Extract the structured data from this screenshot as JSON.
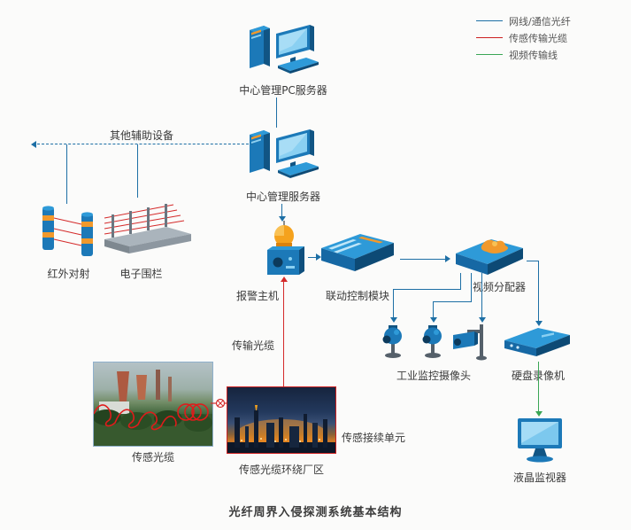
{
  "title": "光纤周界入侵探测系统基本结构",
  "legend": {
    "items": [
      {
        "label": "网线/通信光纤",
        "color": "#1d6fa5"
      },
      {
        "label": "传感传输光缆",
        "color": "#cc2020"
      },
      {
        "label": "视频传输线",
        "color": "#3aa655"
      }
    ]
  },
  "nodes": {
    "pc_server": "中心管理PC服务器",
    "mgmt_server": "中心管理服务器",
    "aux_devices": "其他辅助设备",
    "infrared": "红外对射",
    "electric_fence": "电子围栏",
    "alarm_host": "报警主机",
    "linkage_module": "联动控制模块",
    "video_splitter": "视频分配器",
    "transmission_cable": "传输光缆",
    "industrial_cameras": "工业监控摄像头",
    "dvr": "硬盘录像机",
    "lcd_monitor": "液晶监视器",
    "sensing_cable": "传感光缆",
    "sensing_cable_plant": "传感光缆环绕厂区",
    "splice_unit": "传感接续单元"
  }
}
